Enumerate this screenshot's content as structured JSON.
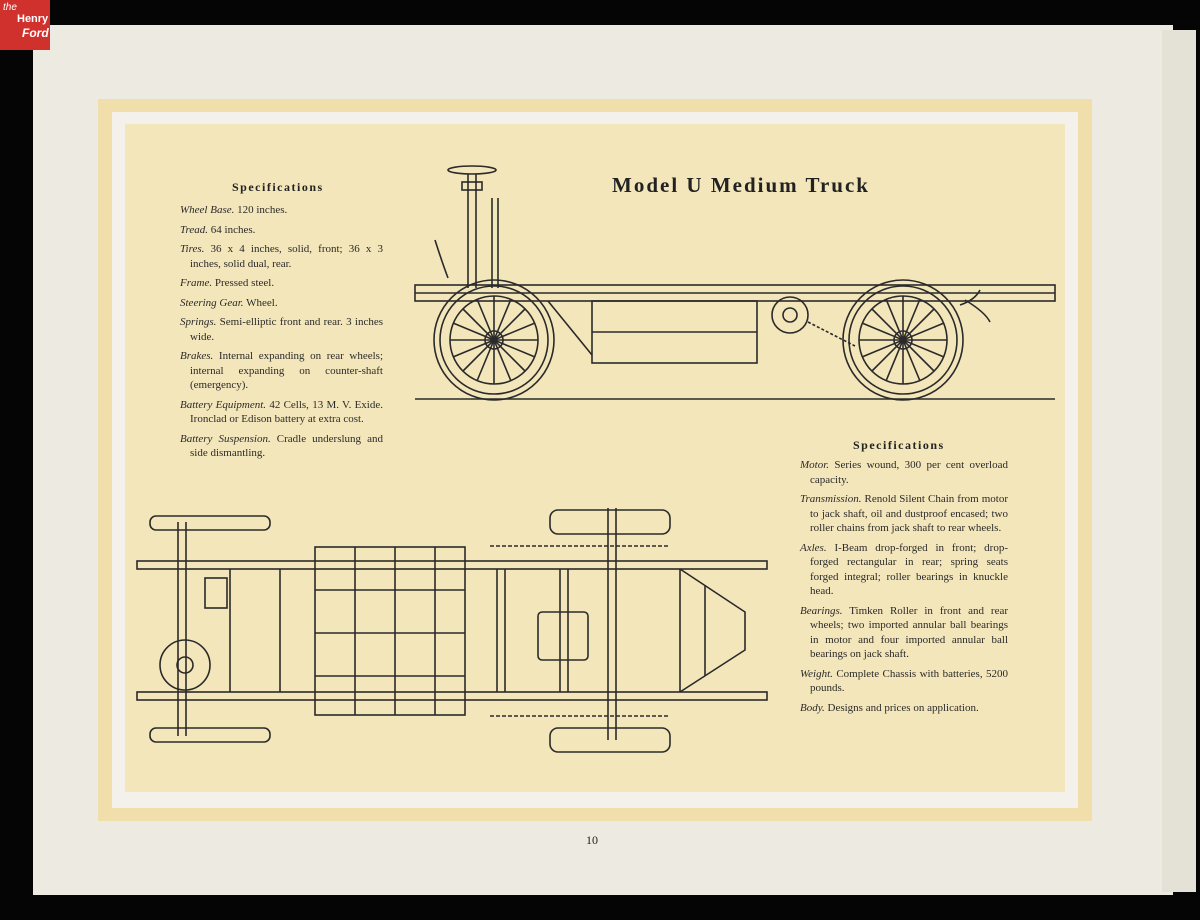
{
  "logo": {
    "line1": "the",
    "line2": "Henry",
    "line3": "Ford"
  },
  "title": "Model U Medium Truck",
  "left_specs": {
    "heading": "Specifications",
    "items": [
      {
        "label": "Wheel Base.",
        "text": "120 inches."
      },
      {
        "label": "Tread.",
        "text": "64 inches."
      },
      {
        "label": "Tires.",
        "text": "36 x 4 inches, solid, front; 36 x 3 inches, solid dual, rear."
      },
      {
        "label": "Frame.",
        "text": "Pressed steel."
      },
      {
        "label": "Steering Gear.",
        "text": "Wheel."
      },
      {
        "label": "Springs.",
        "text": "Semi-elliptic front and rear. 3 inches wide."
      },
      {
        "label": "Brakes.",
        "text": "Internal expanding on rear wheels; internal expanding on counter-shaft (emergency)."
      },
      {
        "label": "Battery Equipment.",
        "text": "42 Cells, 13 M. V. Exide. Ironclad or Edison battery at extra cost."
      },
      {
        "label": "Battery Suspension.",
        "text": "Cradle underslung and side dismantling."
      }
    ]
  },
  "right_specs": {
    "heading": "Specifications",
    "items": [
      {
        "label": "Motor.",
        "text": "Series wound, 300 per cent overload capacity."
      },
      {
        "label": "Transmission.",
        "text": "Renold Silent Chain from motor to jack shaft, oil and dustproof encased; two roller chains from jack shaft to rear wheels."
      },
      {
        "label": "Axles.",
        "text": "I-Beam drop-forged in front; drop-forged rectangular in rear; spring seats forged integral; roller bearings in knuckle head."
      },
      {
        "label": "Bearings.",
        "text": "Timken Roller in front and rear wheels; two imported annular ball bearings in motor and four imported annular ball bearings on jack shaft."
      },
      {
        "label": "Weight.",
        "text": "Complete Chassis with batteries, 5200 pounds."
      },
      {
        "label": "Body.",
        "text": "Designs and prices on application."
      }
    ]
  },
  "page_number": "10"
}
